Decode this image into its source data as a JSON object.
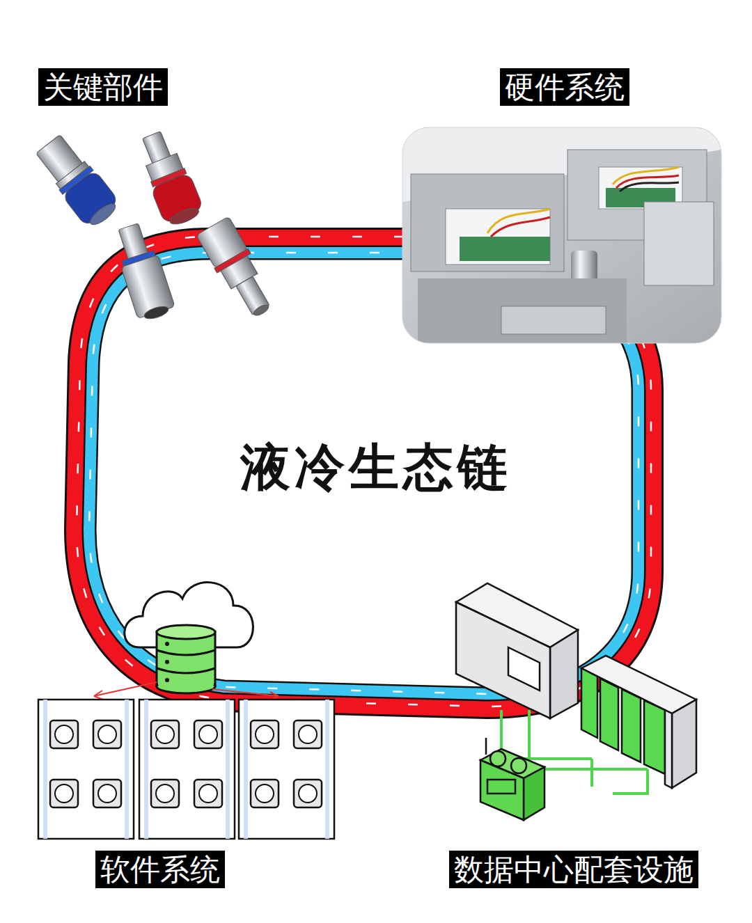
{
  "diagram": {
    "title": "液冷生态链",
    "nodes": [
      {
        "text": [
          "关键部件"
        ]
      },
      {
        "text": [
          "硬件系统"
        ]
      },
      {
        "text": [
          "软件系统"
        ]
      },
      {
        "text": [
          "数据中心配套设施"
        ]
      }
    ]
  }
}
